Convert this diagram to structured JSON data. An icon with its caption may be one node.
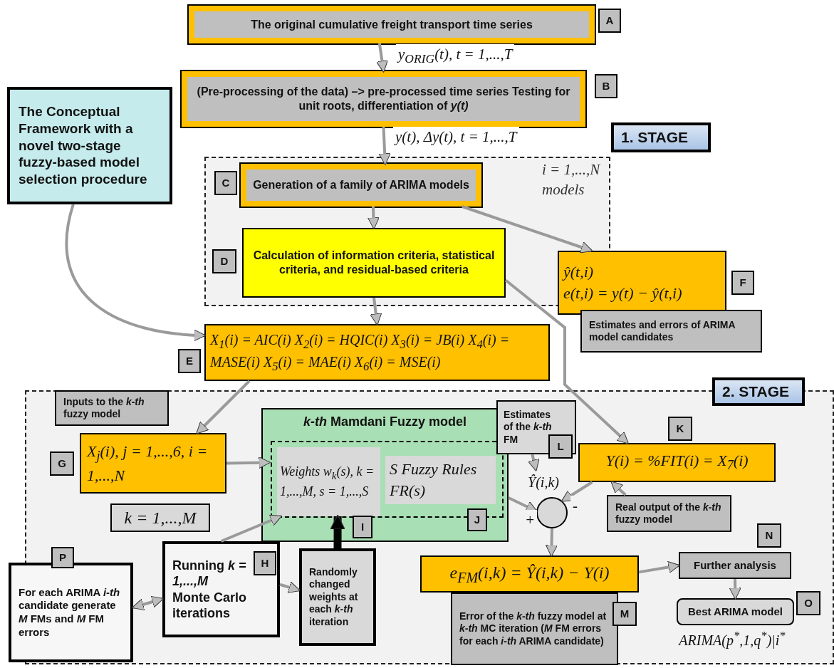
{
  "diagram": {
    "nodes": [
      {
        "text": [
          "The Conceptual Framework with a novel two-stage fuzzy-based model selection procedure"
        ]
      },
      {
        "text": [
          "The original cumulative freight transport time series"
        ]
      },
      {
        "text": [
          "A"
        ]
      },
      {
        "text": [
          "(Pre-processing of the data) –> pre-processed time series Testing for unit roots, differentiation of *y(t)*"
        ]
      },
      {
        "text": [
          "B"
        ]
      },
      {
        "text": [
          "1. STAGE"
        ]
      },
      {
        "text": [
          "Generation of a family of ARIMA models"
        ],
        "in": 5
      },
      {
        "text": [
          "C"
        ],
        "in": 5
      },
      {
        "text": [
          "Calculation of information criteria, statistical criteria, and residual-based criteria"
        ],
        "in": 5
      },
      {
        "text": [
          "D"
        ],
        "in": 5
      },
      {
        "text": [
          "ŷ(t,i)",
          "e(t,i) = y(t) − ŷ(t,i)"
        ]
      },
      {
        "text": [
          "F"
        ]
      },
      {
        "text": [
          "Estimates and errors of ARIMA model candidates"
        ]
      },
      {
        "text": [
          "X$_{1}$(i) = AIC(i) X$_{2}$(i) = HQIC(i) X$_{3}$(i) = JB(i) X$_{4}$(i) = MASE(i) X$_{5}$(i) = MAE(i) X$_{6}$(i) = MSE(i)"
        ]
      },
      {
        "text": [
          "E"
        ]
      },
      {
        "text": [
          "2. STAGE"
        ]
      },
      {
        "text": [
          "Inputs to the *k-th* fuzzy model"
        ],
        "in": 15
      },
      {
        "text": [
          "X$_{j}$(i), j = 1,...,6, i = 1,...,N"
        ],
        "in": 15
      },
      {
        "text": [
          "G"
        ],
        "in": 15
      },
      {
        "text": [
          "*k-th* Mamdani Fuzzy model"
        ],
        "in": 15
      },
      {
        "text": [],
        "shape": "box",
        "in": 19
      },
      {
        "text": [
          "Weights w$_{k}$(s), k = 1,...,M, s = 1,...,S"
        ],
        "in": 20
      },
      {
        "text": [
          "S Fuzzy Rules FR(s)"
        ],
        "in": 20
      },
      {
        "text": [
          "I"
        ],
        "in": 19
      },
      {
        "text": [
          "J"
        ],
        "in": 19
      },
      {
        "text": [
          "Estimates of the *k-th* FM"
        ],
        "in": 15
      },
      {
        "text": [
          "L"
        ],
        "in": 15
      },
      {
        "text": [
          "Ŷ(i,k)"
        ],
        "in": 15
      },
      {
        "text": [
          "Y(i) = %FIT(i) = X$_{7}$(i)"
        ],
        "in": 15
      },
      {
        "text": [
          "K"
        ],
        "in": 15
      },
      {
        "text": [
          "Real output of the *k-th* fuzzy model"
        ],
        "in": 15
      },
      {
        "text": [
          "k = 1,...,M"
        ],
        "in": 15
      },
      {
        "text": [
          "For each ARIMA *i-th* candidate generate *M* FMs and *M* FM errors"
        ],
        "in": 15
      },
      {
        "text": [
          "P"
        ],
        "in": 15
      },
      {
        "text": [
          "Running *k = 1,...,M* Monte Carlo iterations"
        ],
        "in": 15
      },
      {
        "text": [
          "H"
        ],
        "in": 34
      },
      {
        "text": [
          "Randomly changed weights at each *k-th* iteration"
        ],
        "in": 15
      },
      {
        "text": [],
        "shape": "circle",
        "in": 15
      },
      {
        "text": [
          "e$_{FM}$(i,k) = Ŷ(i,k) − Y(i)"
        ],
        "in": 15
      },
      {
        "text": [
          "Error of the *k-th* fuzzy model at *k-th* MC iteration (*M* FM errors for each *i-th* ARIMA candidate)"
        ],
        "in": 15
      },
      {
        "text": [
          "M"
        ],
        "in": 15
      },
      {
        "text": [
          "Further analysis"
        ],
        "in": 15
      },
      {
        "text": [
          "N"
        ],
        "in": 15
      },
      {
        "text": [
          "Best ARIMA model"
        ],
        "beside": [
          "ARIMA(p$^{*}$,1,q$^{*}$)|i$^{*}$"
        ],
        "in": 15
      },
      {
        "text": [
          "O"
        ],
        "in": 15
      }
    ],
    "edges": [
      {
        "from": 0,
        "to": 13,
        "arrow": "to"
      },
      {
        "from": 1,
        "to": 3,
        "arrow": "to",
        "label": "y$_{ORIG}$(t), t = 1,...,T"
      },
      {
        "from": 3,
        "to": 6,
        "arrow": "to",
        "label": "y(t), Δy(t), t = 1,...,T"
      },
      {
        "from": 6,
        "to": 8,
        "arrow": "to"
      },
      {
        "from": 6,
        "to": 10,
        "arrow": "to"
      },
      {
        "from": 8,
        "to": 13,
        "arrow": "to"
      },
      {
        "from": 8,
        "to": 28,
        "arrow": "to"
      },
      {
        "from": 13,
        "to": 17,
        "arrow": "to"
      },
      {
        "from": 17,
        "to": 20,
        "arrow": "to"
      },
      {
        "from": 34,
        "to": 20,
        "arrow": "to"
      },
      {
        "from": 34,
        "to": 36,
        "arrow": "to"
      },
      {
        "from": 36,
        "to": 20,
        "arrow": "to",
        "style": "thick",
        "color": "#000000"
      },
      {
        "from": 32,
        "to": 34,
        "arrow": "both"
      },
      {
        "from": 25,
        "to": 27,
        "arrow": "to"
      },
      {
        "from": 19,
        "to": 37,
        "arrow": "to",
        "label": "+"
      },
      {
        "from": 28,
        "to": 37,
        "arrow": "to",
        "label": "-"
      },
      {
        "from": 30,
        "to": 28,
        "arrow": "to"
      },
      {
        "from": 37,
        "to": 38,
        "arrow": "to"
      },
      {
        "from": 38,
        "to": 41,
        "arrow": "to"
      },
      {
        "from": 41,
        "to": 43,
        "arrow": "to"
      }
    ],
    "labels": [
      "i = 1,...,N models"
    ]
  }
}
